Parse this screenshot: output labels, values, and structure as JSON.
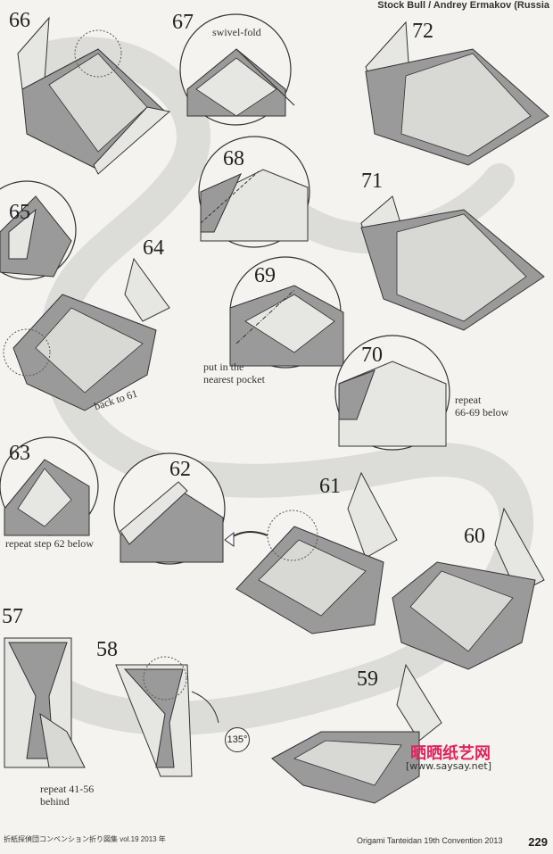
{
  "header": {
    "credit": "Stock Bull / Andrey Ermakov (Russia"
  },
  "steps": {
    "s57": "57",
    "s58": "58",
    "s59": "59",
    "s60": "60",
    "s61": "61",
    "s62": "62",
    "s63": "63",
    "s64": "64",
    "s65": "65",
    "s66": "66",
    "s67": "67",
    "s68": "68",
    "s69": "69",
    "s70": "70",
    "s71": "71",
    "s72": "72"
  },
  "captions": {
    "swivel": "swivel-fold",
    "back_to_61": "back to 61",
    "pocket_1": "put in the",
    "pocket_2": "nearest pocket",
    "repeat_66_1": "repeat",
    "repeat_66_2": "66-69 below",
    "repeat_62": "repeat step 62 below",
    "repeat_41_1": "repeat 41-56",
    "repeat_41_2": "behind",
    "angle": "135°"
  },
  "footer": {
    "left": "折紙探偵団コンベンション折り図集 vol.19 2013 年",
    "right": "Origami Tanteidan 19th Convention 2013",
    "page": "229"
  },
  "watermark": {
    "title": "晒晒纸艺网",
    "url": "[www.saysay.net]"
  },
  "colors": {
    "paper_dark": "#8f8f8f",
    "paper_light": "#e6e6e2",
    "line": "#333333",
    "watermark": "#e0245e"
  }
}
